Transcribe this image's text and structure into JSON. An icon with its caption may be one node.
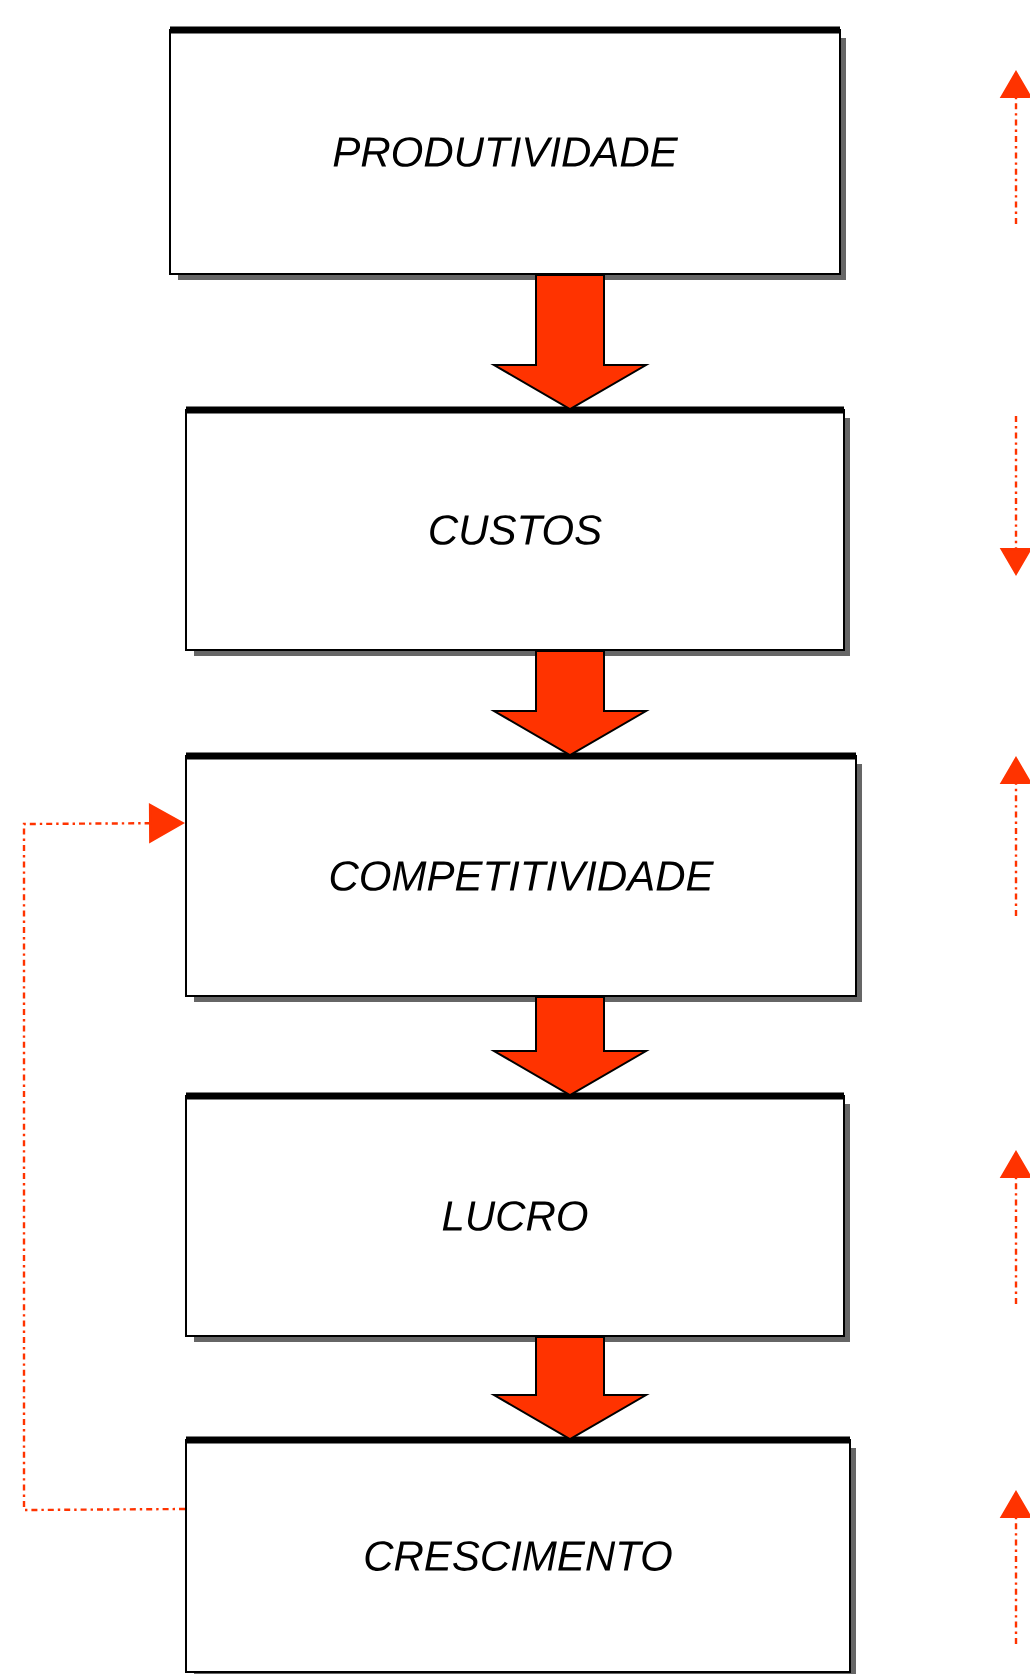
{
  "diagram": {
    "nodes": [
      {
        "text": [
          "PRODUTIVIDADE"
        ]
      },
      {
        "text": [
          "CUSTOS"
        ]
      },
      {
        "text": [
          "COMPETITIVIDADE"
        ]
      },
      {
        "text": [
          "LUCRO"
        ]
      },
      {
        "text": [
          "CRESCIMENTO"
        ]
      }
    ],
    "edges": [
      {
        "from": 0,
        "to": 1,
        "arrow": "to"
      },
      {
        "from": 1,
        "to": 2,
        "arrow": "to"
      },
      {
        "from": 2,
        "to": 3,
        "arrow": "to"
      },
      {
        "from": 3,
        "to": 4,
        "arrow": "to"
      },
      {
        "from": 4,
        "to": 2,
        "arrow": "to",
        "style": "dashed"
      }
    ]
  }
}
